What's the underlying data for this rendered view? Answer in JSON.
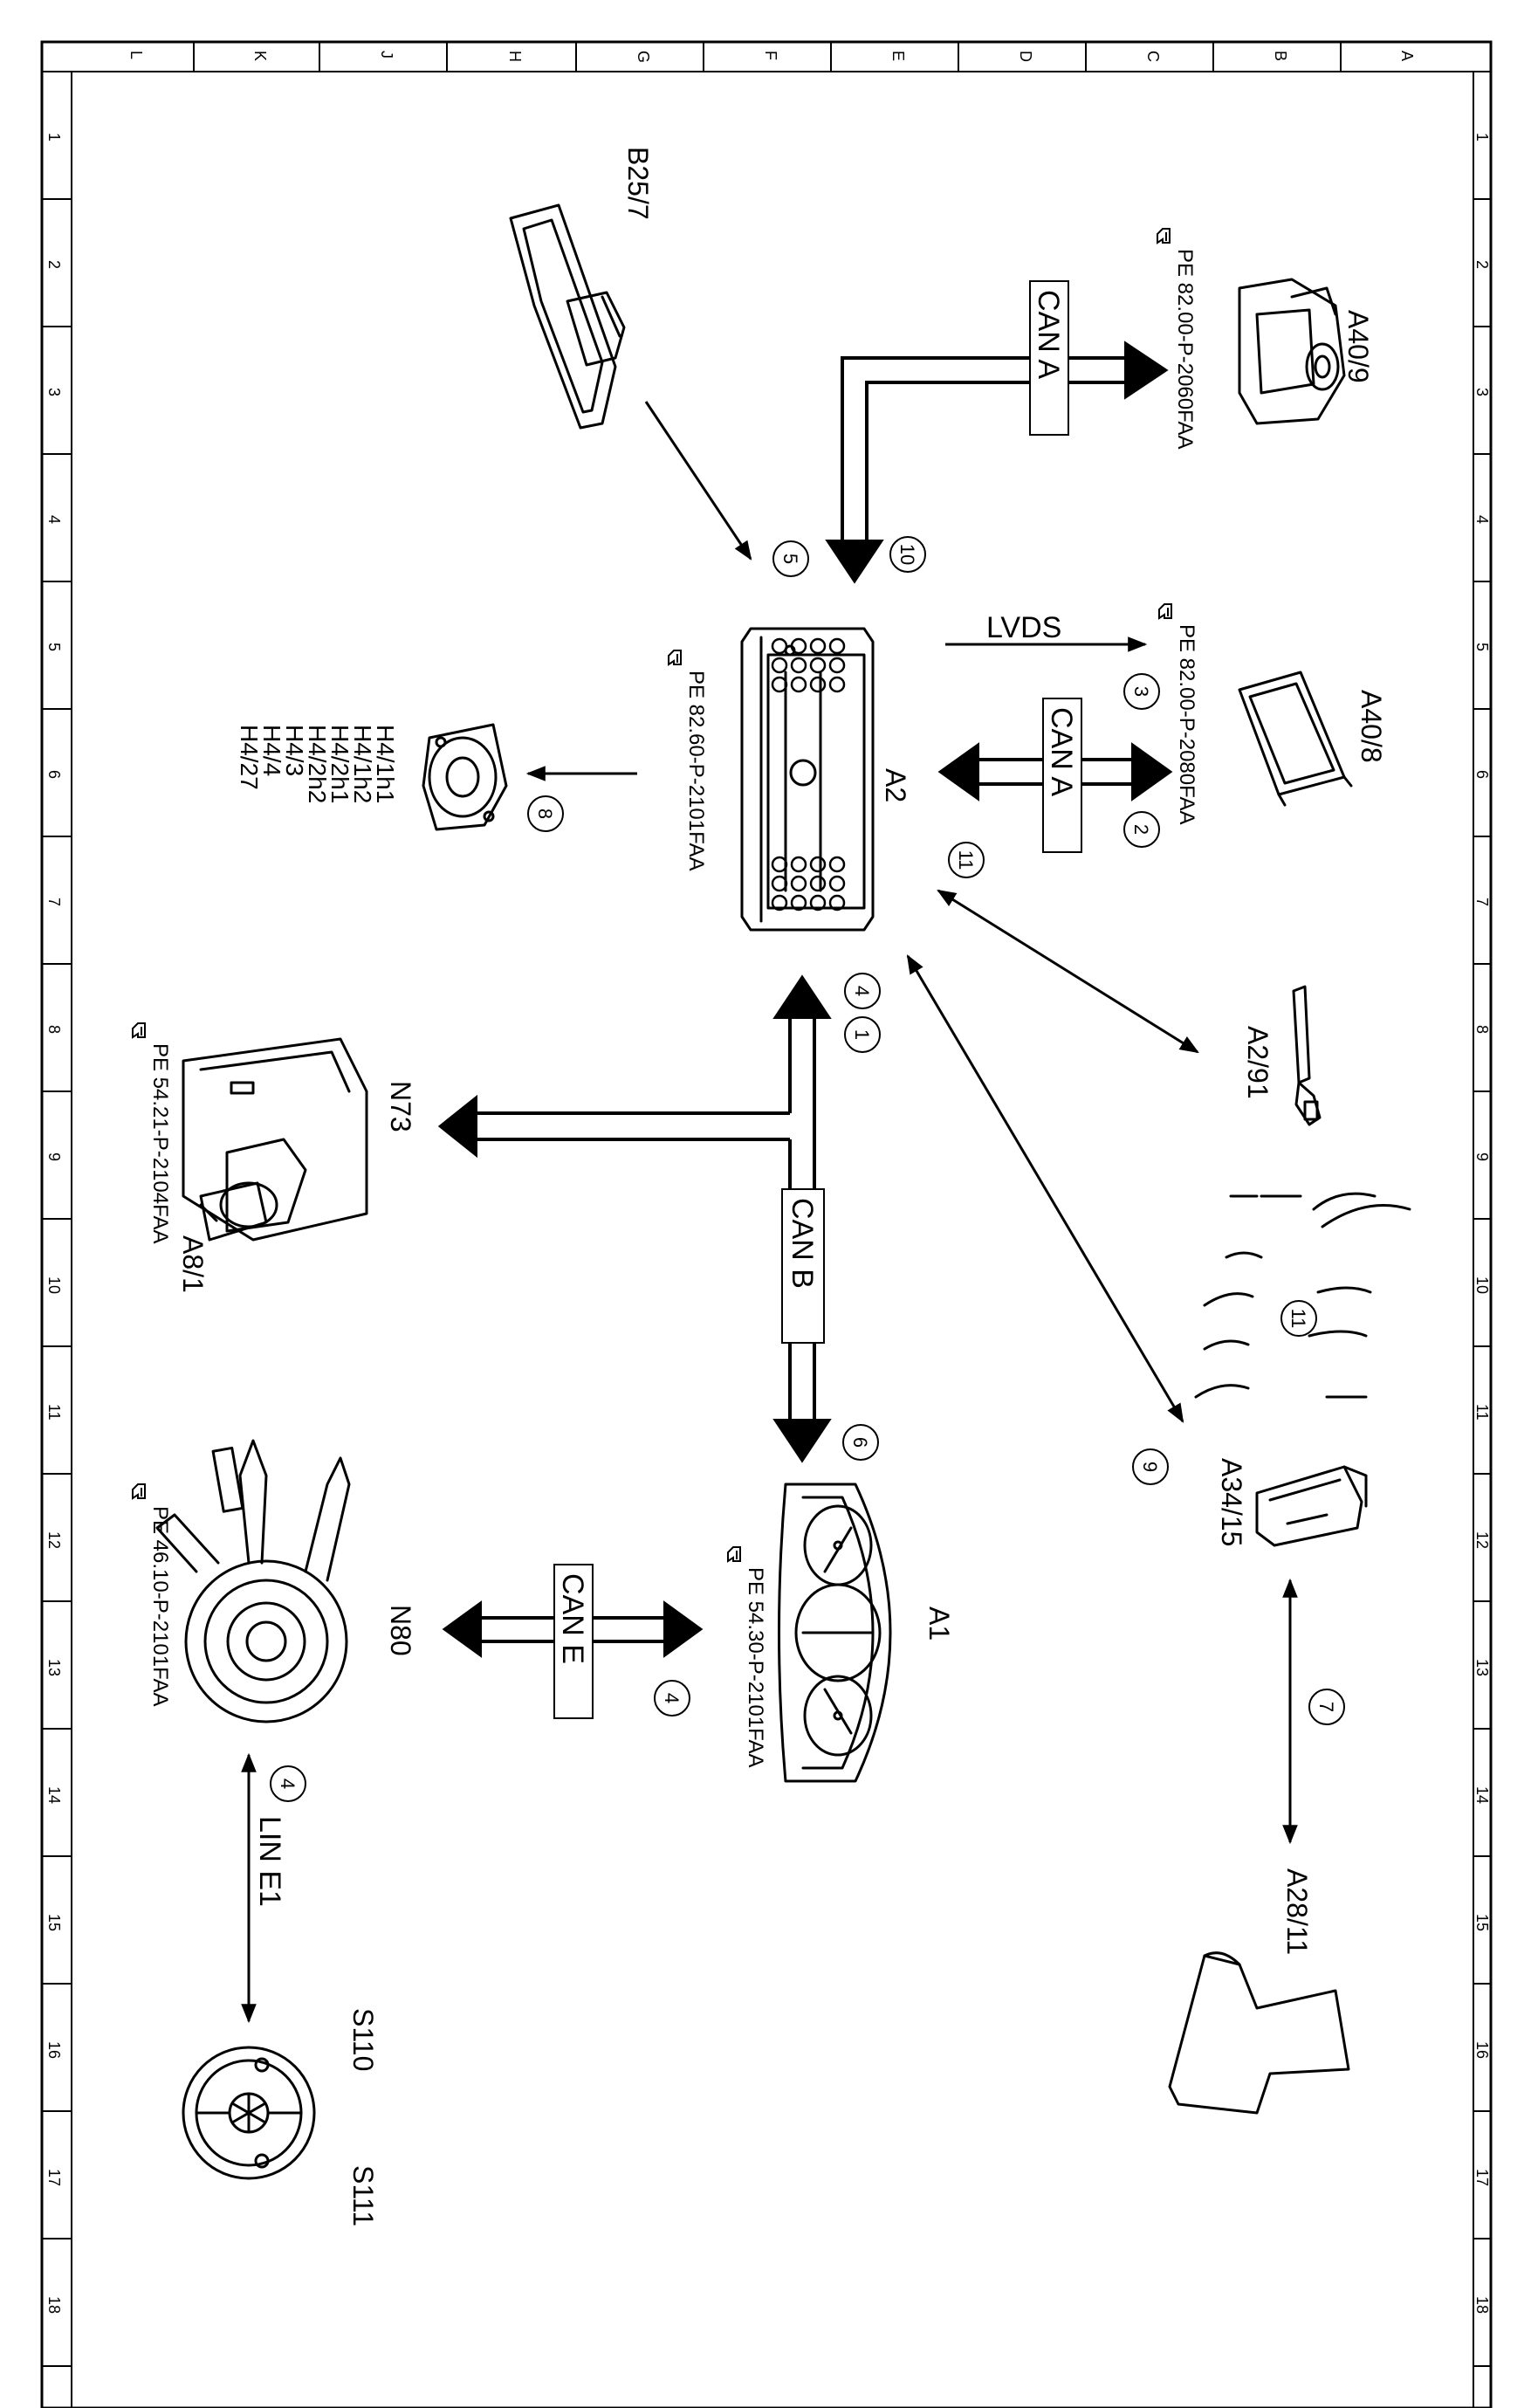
{
  "grid": {
    "columns": [
      "L",
      "K",
      "J",
      "H",
      "G",
      "F",
      "E",
      "D",
      "C",
      "B",
      "A"
    ],
    "rows": [
      "1",
      "2",
      "3",
      "4",
      "5",
      "6",
      "7",
      "8",
      "9",
      "10",
      "11",
      "12",
      "13",
      "14",
      "15",
      "16",
      "17",
      "18"
    ]
  },
  "components": {
    "a40_9": {
      "label": "A40/9",
      "ref": "PE 82.00-P-2060FAA"
    },
    "a40_8": {
      "label": "A40/8",
      "ref": "PE 82.00-P-2080FAA"
    },
    "b25_7": {
      "label": "B25/7"
    },
    "a2": {
      "label": "A2",
      "ref": "PE 82.60-P-2101FAA"
    },
    "h4": {
      "labels": [
        "H4/1h1",
        "H4/1h2",
        "H4/2h1",
        "H4/2h2",
        "H4/3",
        "H4/4",
        "H4/27"
      ]
    },
    "a2_91": {
      "label": "A2/91"
    },
    "n73": {
      "label": "N73"
    },
    "a8_1": {
      "label": "A8/1",
      "ref": "PE 54.21-P-2104FAA"
    },
    "a34_15": {
      "label": "A34/15"
    },
    "a1": {
      "label": "A1",
      "ref": "PE 54.30-P-2101FAA"
    },
    "n80": {
      "label": "N80",
      "ref": "PE 46.10-P-2101FAA"
    },
    "a28_11": {
      "label": "A28/11"
    },
    "s110": {
      "label": "S110"
    },
    "s111": {
      "label": "S111"
    }
  },
  "buses": {
    "can_a_top": "CAN A",
    "lvds": "LVDS",
    "can_a_mid": "CAN A",
    "can_b": "CAN B",
    "can_e": "CAN E",
    "lin_e1": "LIN E1"
  },
  "callouts": {
    "c10": "10",
    "c5": "5",
    "c3": "3",
    "c2": "2",
    "c11a": "11",
    "c8": "8",
    "c4a": "4",
    "c1": "1",
    "c6": "6",
    "c9": "9",
    "c11b": "11",
    "c7": "7",
    "c4b": "4",
    "c4c": "4"
  },
  "icons": [
    "reference-hand-icon"
  ]
}
